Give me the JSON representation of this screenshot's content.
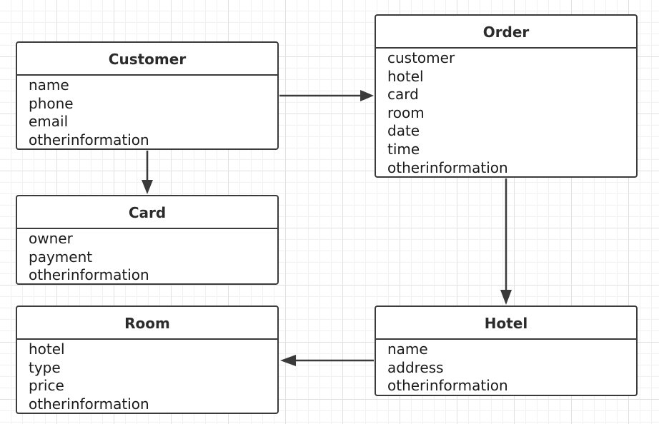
{
  "diagram": {
    "classes": [
      {
        "id": "customer",
        "title": "Customer",
        "attributes": [
          "name",
          "phone",
          "email",
          "otherinformation"
        ]
      },
      {
        "id": "card",
        "title": "Card",
        "attributes": [
          "owner",
          "payment",
          "otherinformation"
        ]
      },
      {
        "id": "room",
        "title": "Room",
        "attributes": [
          "hotel",
          "type",
          "price",
          "otherinformation"
        ]
      },
      {
        "id": "order",
        "title": "Order",
        "attributes": [
          "customer",
          "hotel",
          "card",
          "room",
          "date",
          "time",
          "otherinformation"
        ]
      },
      {
        "id": "hotel",
        "title": "Hotel",
        "attributes": [
          "name",
          "address",
          "otherinformation"
        ]
      }
    ],
    "relations": [
      {
        "from": "Customer",
        "to": "Order"
      },
      {
        "from": "Customer",
        "to": "Card"
      },
      {
        "from": "Order",
        "to": "Hotel"
      },
      {
        "from": "Hotel",
        "to": "Room"
      }
    ],
    "colors": {
      "border": "#3a3a3a",
      "arrow": "#3a3a3a",
      "grid_major": "#e0e0e0",
      "grid_minor": "#f1f1f1",
      "background": "#ffffff"
    }
  }
}
